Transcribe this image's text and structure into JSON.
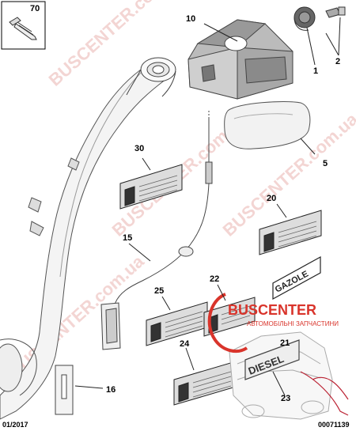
{
  "callouts": {
    "c70": "70",
    "c10": "10",
    "c1": "1",
    "c2": "2",
    "c5": "5",
    "c30": "30",
    "c20": "20",
    "c15": "15",
    "c22": "22",
    "c21": "21",
    "c25": "25",
    "c24": "24",
    "c23": "23",
    "c16": "16"
  },
  "labels": {
    "gazole": "GAZOLE",
    "diesel": "DIESEL"
  },
  "logo": {
    "brand": "BUSCENTER",
    "tagline": "АВТОМОБІЛЬНІ ЗАПЧАСТИНИ"
  },
  "watermark": {
    "text": "BUSCENTER.com.ua"
  },
  "footer": {
    "date": "01/2017",
    "ref": "00071139"
  },
  "colors": {
    "accent": "#d9342b",
    "line": "#222222",
    "watermark": "#e9b3b0"
  }
}
